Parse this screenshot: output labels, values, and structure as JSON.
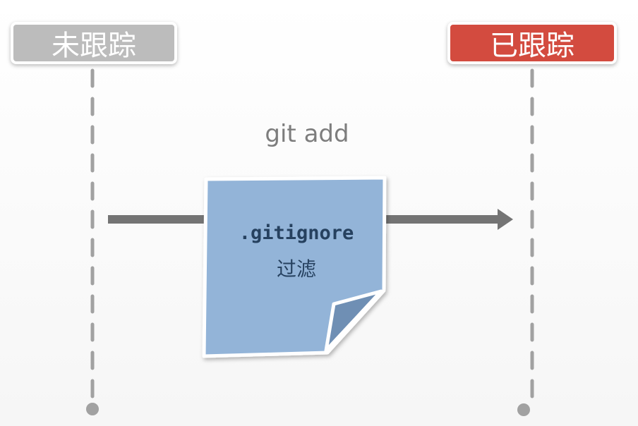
{
  "states": {
    "untracked": "未跟踪",
    "tracked": "已跟踪"
  },
  "command": "git add",
  "note": {
    "title": ".gitignore",
    "subtitle": "过滤"
  },
  "colors": {
    "untracked_fill": "#bcbcbc",
    "tracked_fill": "#d34b3f",
    "note_fill": "#93b4d8",
    "note_fold": "#6f8fb4",
    "note_text": "#26415f",
    "arrow": "#747474",
    "lifeline": "#a1a1a1"
  },
  "icons": {
    "note": "document-icon",
    "arrow": "right-arrow-icon"
  }
}
